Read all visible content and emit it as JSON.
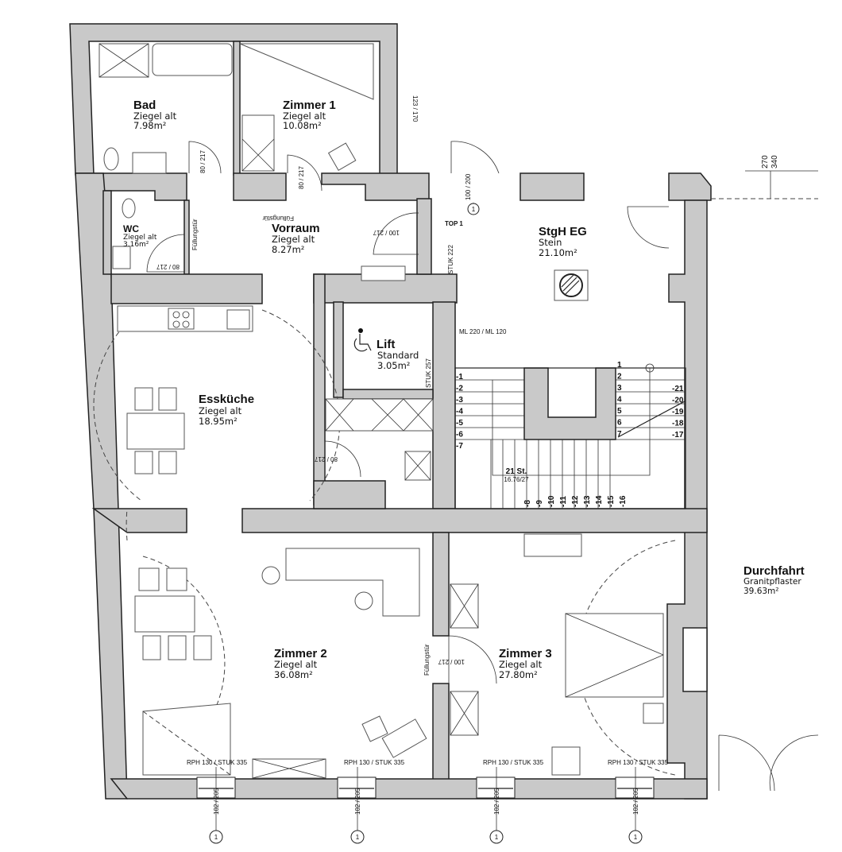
{
  "rooms": {
    "bad": {
      "name": "Bad",
      "material": "Ziegel alt",
      "area": "7.98m²"
    },
    "zimmer1": {
      "name": "Zimmer 1",
      "material": "Ziegel alt",
      "area": "10.08m²"
    },
    "wc": {
      "name": "WC",
      "material": "Ziegel alt",
      "area": "3.16m²"
    },
    "vorraum": {
      "name": "Vorraum",
      "material": "Ziegel alt",
      "area": "8.27m²"
    },
    "stgh": {
      "name": "StgH EG",
      "material": "Stein",
      "area": "21.10m²"
    },
    "lift": {
      "name": "Lift",
      "material": "Standard",
      "area": "3.05m²"
    },
    "esskueche": {
      "name": "Essküche",
      "material": "Ziegel alt",
      "area": "18.95m²"
    },
    "zimmer2": {
      "name": "Zimmer 2",
      "material": "Ziegel alt",
      "area": "36.08m²"
    },
    "zimmer3": {
      "name": "Zimmer 3",
      "material": "Ziegel alt",
      "area": "27.80m²"
    },
    "durchfahrt": {
      "name": "Durchfahrt",
      "material": "Granitpflaster",
      "area": "39.63m²"
    }
  },
  "labels": {
    "top": "TOP 1",
    "dim_top": "270",
    "dim_bottom": "340",
    "stair_count": "21 St.",
    "stair_ratio": "16.76/27",
    "door_80_217": "80 / 217",
    "door_100_217": "100 / 217",
    "door_100_200": "100 / 200",
    "fuellungstuer": "Füllungstür",
    "window_dims": "102 / 205",
    "window_sill": "RPH 130 / STUK 335",
    "stuk_222": "STUK 222",
    "lift_dims": "ML 220 / ML 120",
    "stuk_257": "STUK 257",
    "win_z1": "123 / 170"
  },
  "stairs": {
    "up": [
      "1",
      "2",
      "3",
      "4",
      "5",
      "6",
      "7"
    ],
    "left": [
      "-1",
      "-2",
      "-3",
      "-4",
      "-5",
      "-6",
      "-7"
    ],
    "bottom": [
      "-8",
      "-9",
      "-10",
      "-11",
      "-12",
      "-13",
      "-14",
      "-15",
      "-16"
    ],
    "right": [
      "-17",
      "-18",
      "-19",
      "-20",
      "-21"
    ]
  },
  "markers": {
    "door": "1",
    "window": "1"
  }
}
